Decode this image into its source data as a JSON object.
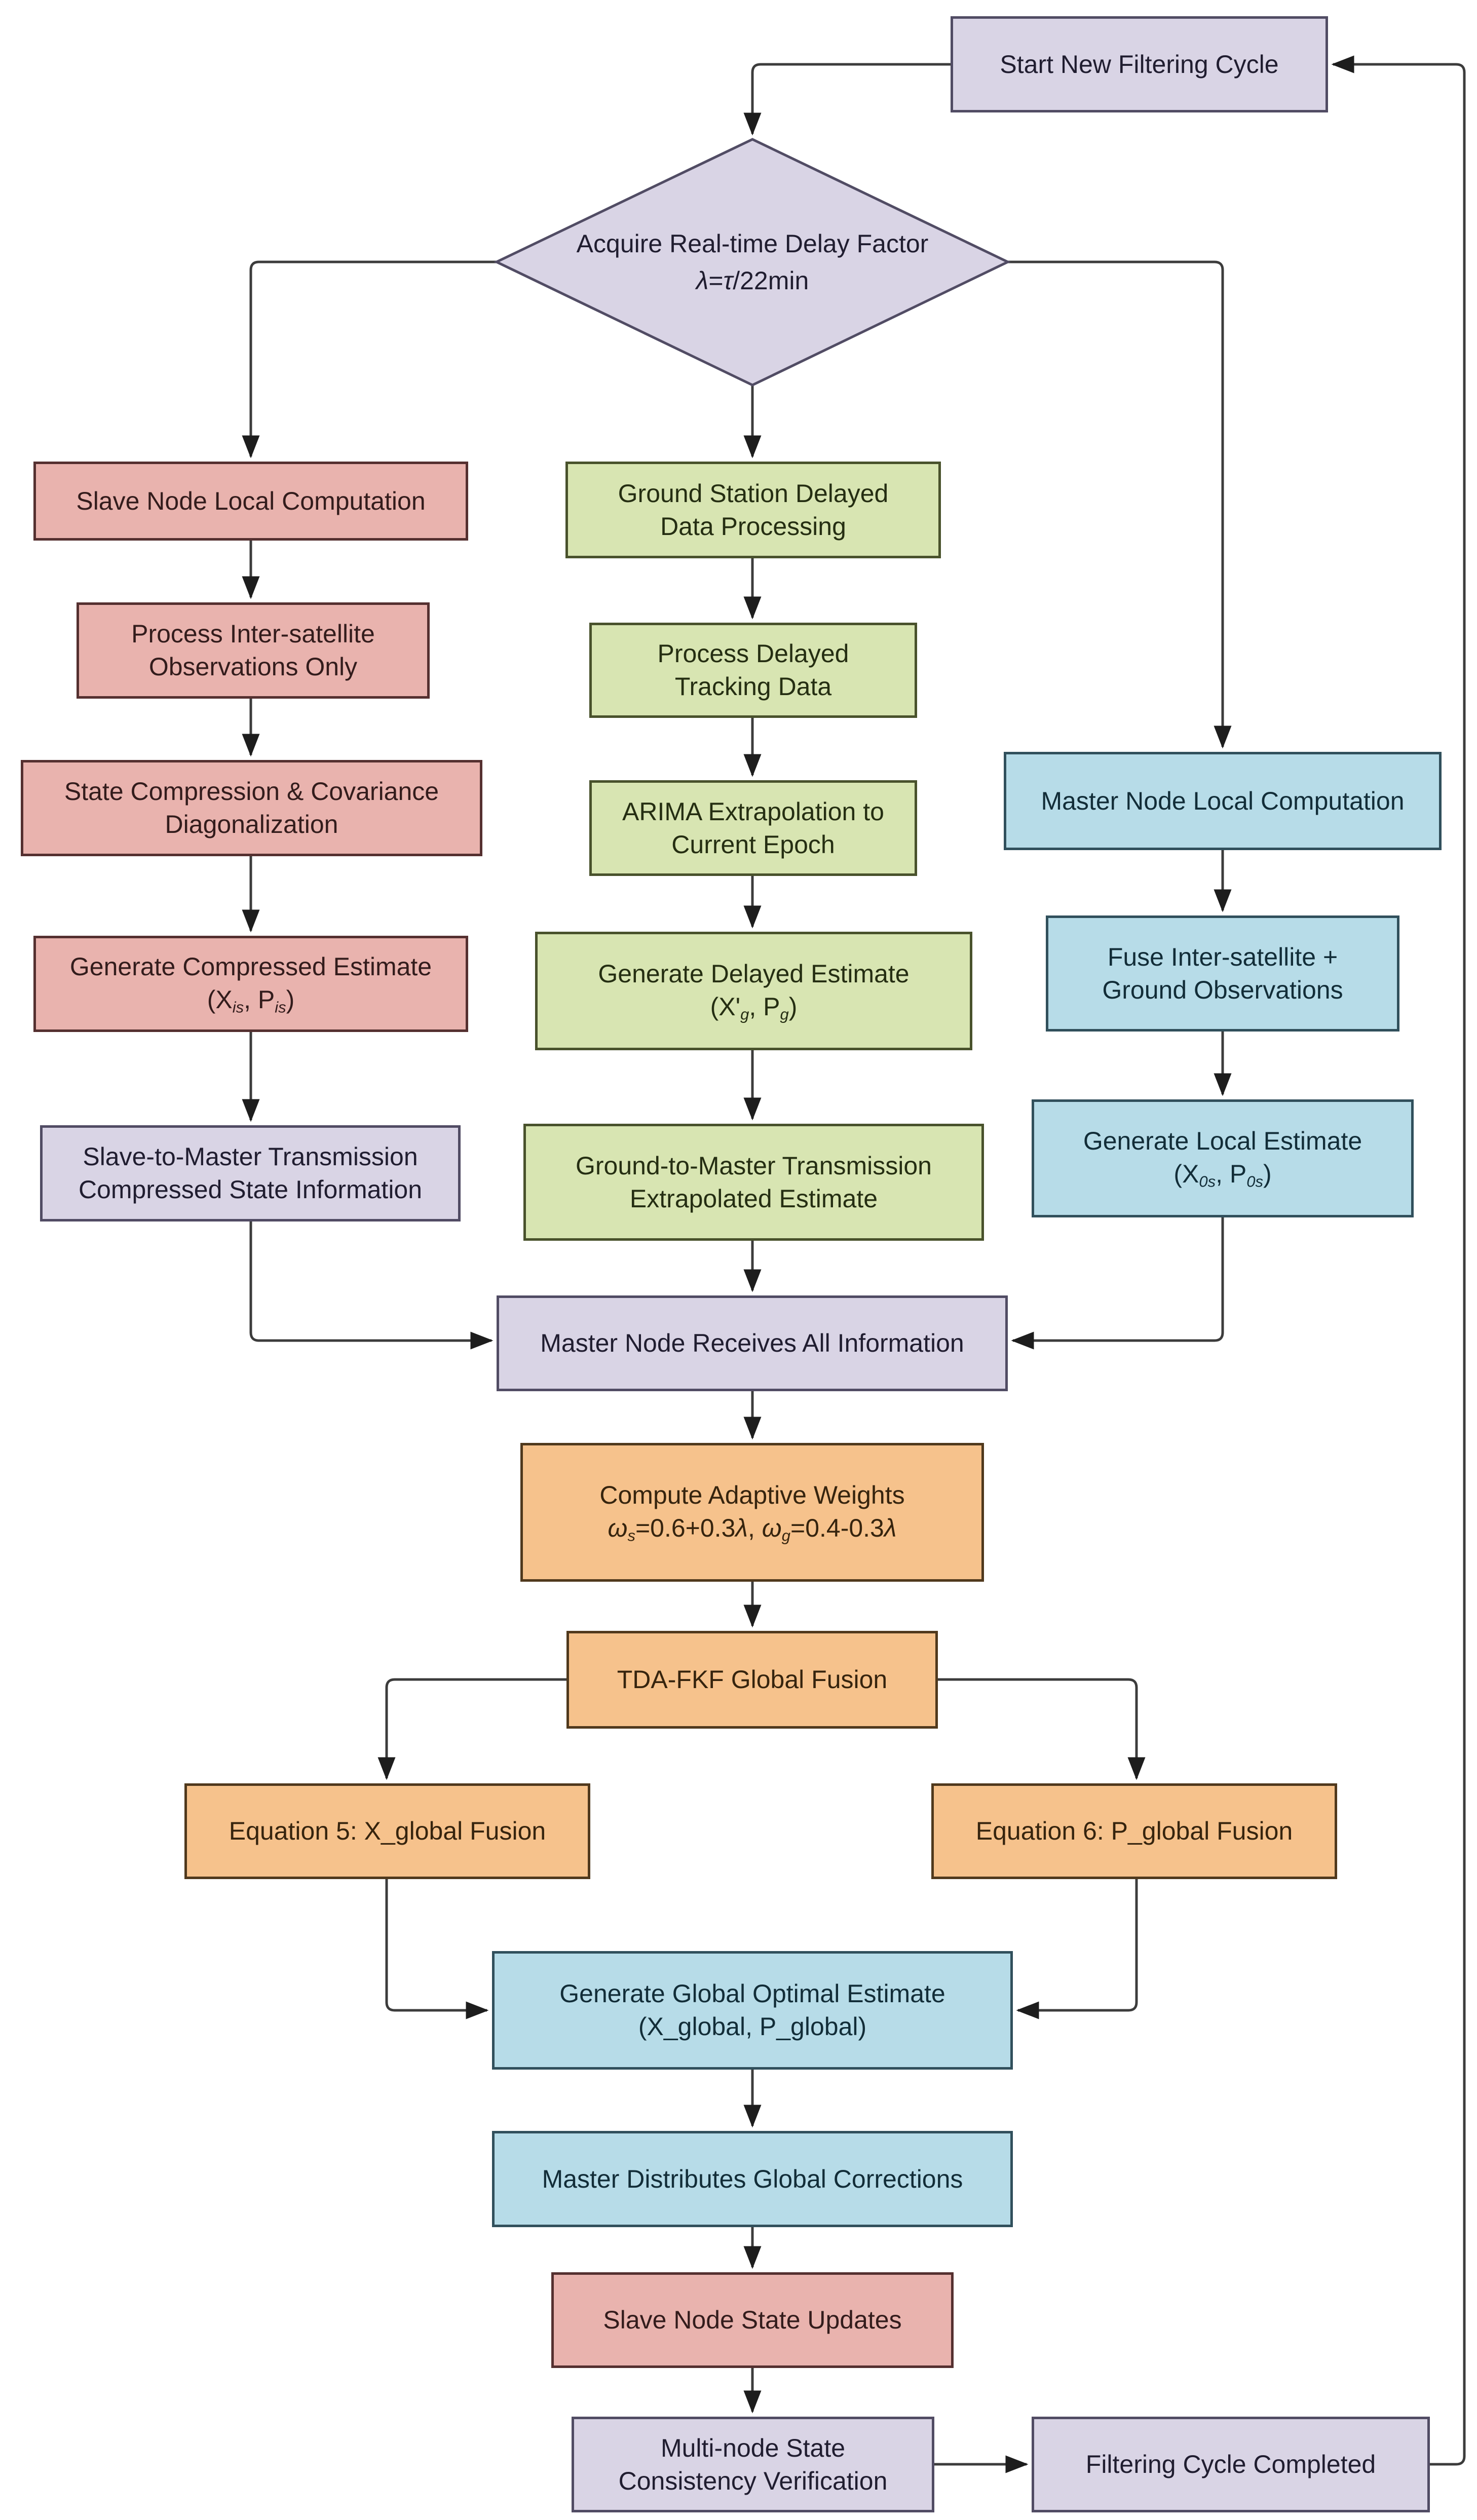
{
  "diagram": {
    "type": "flowchart",
    "palette": {
      "lavender_fill": "#d9d4e5",
      "pink_fill": "#e9b3ae",
      "green_fill": "#d8e5b2",
      "blue_fill": "#b7dce8",
      "orange_fill": "#f6c28c",
      "line_color": "#3c3c3c"
    }
  },
  "nodes": {
    "start": {
      "label": "Start New Filtering Cycle"
    },
    "decision": {
      "line1": "Acquire Real-time Delay Factor",
      "formula": [
        {
          "t": "λ",
          "c": "it"
        },
        {
          "t": "="
        },
        {
          "t": "τ",
          "c": "it"
        },
        {
          "t": "/22min"
        }
      ]
    },
    "slave_local": {
      "label": "Slave Node Local Computation"
    },
    "process_inter": {
      "line1": "Process Inter-satellite",
      "line2": "Observations Only"
    },
    "state_compression": {
      "line1": "State Compression & Covariance",
      "line2": "Diagonalization"
    },
    "gen_compressed": {
      "line1": "Generate Compressed Estimate",
      "formula": [
        {
          "t": "(X"
        },
        {
          "t": "is",
          "c": "sub"
        },
        {
          "t": ", P"
        },
        {
          "t": "is",
          "c": "sub"
        },
        {
          "t": ")"
        }
      ]
    },
    "slave_to_master": {
      "line1": "Slave-to-Master Transmission",
      "line2": "Compressed State Information"
    },
    "ground_delayed": {
      "line1": "Ground Station Delayed",
      "line2": "Data Processing"
    },
    "process_delayed": {
      "line1": "Process Delayed",
      "line2": "Tracking Data"
    },
    "arima": {
      "line1": "ARIMA Extrapolation to",
      "line2": "Current Epoch"
    },
    "gen_delayed": {
      "line1": "Generate Delayed Estimate",
      "formula": [
        {
          "t": "(X'"
        },
        {
          "t": "g",
          "c": "sub"
        },
        {
          "t": ", P"
        },
        {
          "t": "g",
          "c": "sub"
        },
        {
          "t": ")"
        }
      ]
    },
    "ground_to_master": {
      "line1": "Ground-to-Master Transmission",
      "line2": "Extrapolated Estimate"
    },
    "master_local": {
      "label": "Master Node Local Computation"
    },
    "fuse": {
      "line1": "Fuse Inter-satellite +",
      "line2": "Ground Observations"
    },
    "gen_local": {
      "line1": "Generate Local Estimate",
      "formula": [
        {
          "t": "(X"
        },
        {
          "t": "0s",
          "c": "sub"
        },
        {
          "t": ", P"
        },
        {
          "t": "0s",
          "c": "sub"
        },
        {
          "t": ")"
        }
      ]
    },
    "receives": {
      "label": "Master Node Receives All Information"
    },
    "weights": {
      "line1": "Compute Adaptive Weights",
      "formula": [
        {
          "t": "ω",
          "c": "it"
        },
        {
          "t": "s",
          "c": "sub"
        },
        {
          "t": "=0.6+0.3"
        },
        {
          "t": "λ",
          "c": "it"
        },
        {
          "t": ",  "
        },
        {
          "t": "ω",
          "c": "it"
        },
        {
          "t": "g",
          "c": "sub"
        },
        {
          "t": "=0.4-0.3"
        },
        {
          "t": "λ",
          "c": "it"
        }
      ]
    },
    "tda": {
      "label": "TDA-FKF Global Fusion"
    },
    "eq5": {
      "label": "Equation 5: X_global Fusion"
    },
    "eq6": {
      "label": "Equation 6: P_global Fusion"
    },
    "gen_global": {
      "line1": "Generate Global Optimal Estimate",
      "line2": "(X_global, P_global)"
    },
    "distribute": {
      "label": "Master Distributes Global Corrections"
    },
    "updates": {
      "label": "Slave Node State Updates"
    },
    "verification": {
      "line1": "Multi-node State",
      "line2": "Consistency Verification"
    },
    "completed": {
      "label": "Filtering Cycle Completed"
    }
  }
}
